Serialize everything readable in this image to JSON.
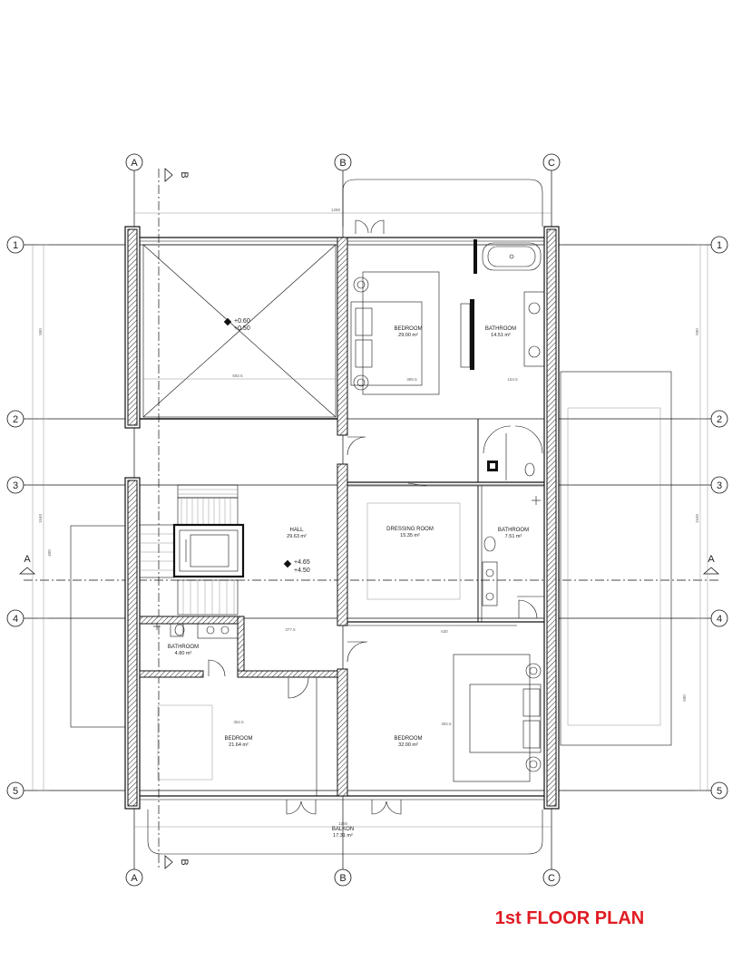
{
  "title": "1st FLOOR PLAN",
  "grid": {
    "columns": [
      "A",
      "B",
      "C"
    ],
    "rows": [
      "1",
      "2",
      "3",
      "4",
      "5"
    ]
  },
  "section_marks": {
    "horizontal": "A",
    "vertical": "B"
  },
  "rooms": {
    "bedroom_main": {
      "name": "BEDROOM",
      "area": "29.00 m²"
    },
    "bathroom_main": {
      "name": "BATHROOM",
      "area": "14.51 m²"
    },
    "hall": {
      "name": "HALL",
      "area": "29.63 m²"
    },
    "dressing": {
      "name": "DRESSING ROOM",
      "area": "15.35 m²"
    },
    "bathroom_2": {
      "name": "BATHROOM",
      "area": "7.51 m²"
    },
    "bathroom_3": {
      "name": "BATHROOM",
      "area": "4.80 m²"
    },
    "bedroom_2": {
      "name": "BEDROOM",
      "area": "21.64 m²"
    },
    "bedroom_3": {
      "name": "BEDROOM",
      "area": "32.00 m²"
    },
    "balcony": {
      "name": "BALKON",
      "area": "17.31 m²"
    }
  },
  "elevations": {
    "void": [
      "+0.60",
      "+0.50"
    ],
    "hall": [
      "+4.65",
      "+4.50"
    ]
  },
  "dimensions": {
    "top": "1280",
    "bottom": "1265",
    "row_void": "592.5",
    "row_bed1": "385.5",
    "row_bath1": "154.5",
    "row_hall": "377.5",
    "row_mid": "630",
    "row_bed2": "352.5",
    "row_bed3": "392.5",
    "left_1": "500",
    "left_2": "1540",
    "left_3": "400",
    "right_1": "500",
    "right_2": "1540",
    "right_3": "500"
  }
}
